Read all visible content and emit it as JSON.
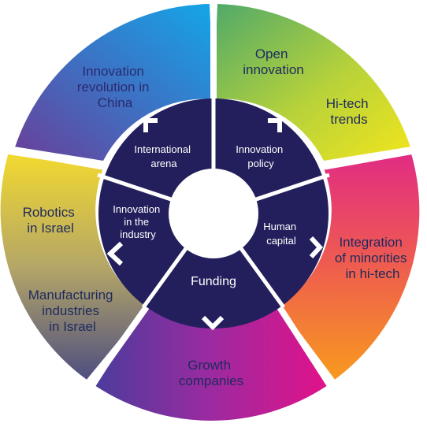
{
  "diagram": {
    "outer_segments": [
      {
        "lines": [
          "Innovation",
          "revolution in",
          "China"
        ],
        "text_color": "#2b2a6e"
      },
      {
        "lines": [
          "Open",
          "innovation"
        ],
        "text_color": "#1e2a5e"
      },
      {
        "lines": [
          "Hi-tech",
          "trends"
        ],
        "text_color": "#1e2a5e"
      },
      {
        "lines": [
          "Integration",
          "of minorities",
          "in hi-tech"
        ],
        "text_color": "#1e2a5e"
      },
      {
        "lines": [
          "Growth",
          "companies"
        ],
        "text_color": "#1e2a5e"
      },
      {
        "lines": [
          "Manufacturing",
          "industries",
          "in Israel"
        ],
        "text_color": "#1e2a5e"
      },
      {
        "lines": [
          "Robotics",
          "in Israel"
        ],
        "text_color": "#1e2a5e"
      }
    ],
    "inner_segments": [
      {
        "lines": [
          "International",
          "arena"
        ]
      },
      {
        "lines": [
          "Innovation",
          "policy"
        ]
      },
      {
        "lines": [
          "Human",
          "capital"
        ]
      },
      {
        "lines": [
          "Funding"
        ]
      },
      {
        "lines": [
          "Innovation",
          "in the",
          "industry"
        ]
      }
    ],
    "colors": {
      "inner_ring": "#231f5c",
      "separator": "#ffffff"
    }
  }
}
